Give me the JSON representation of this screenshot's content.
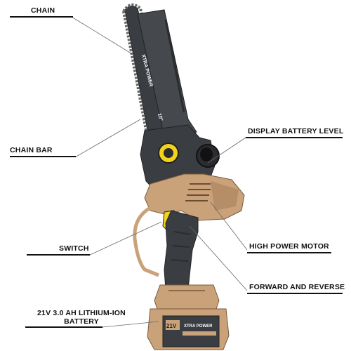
{
  "labels": {
    "chain": "CHAIN",
    "chain_bar": "CHAIN BAR",
    "switch": "SWITCH",
    "battery_line1": "21V 3.0 AH LITHIUM-ION",
    "battery_line2": "BATTERY",
    "display_battery_level": "DISPLAY BATTERY LEVEL",
    "high_power_motor": "HIGH POWER MOTOR",
    "forward_and_reverse": "FORWARD AND REVERSE"
  },
  "product": {
    "bar_brand": "XTRA POWER",
    "bar_size": "10\"",
    "battery_brand": "XTRA POWER",
    "battery_voltage": "21V"
  },
  "colors": {
    "body_dark": "#3a3d42",
    "body_tan": "#c9a27a",
    "accent_yellow": "#f2d21b",
    "chain": "#555555"
  }
}
